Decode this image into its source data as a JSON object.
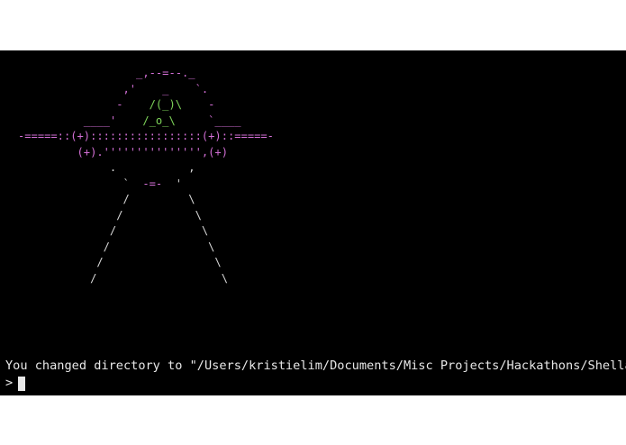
{
  "ascii_art": [
    {
      "segments": [
        {
          "text": "                  _,--=--._",
          "color": "magenta"
        }
      ]
    },
    {
      "segments": [
        {
          "text": "                ,'    _    `.",
          "color": "magenta"
        }
      ]
    },
    {
      "segments": [
        {
          "text": "               -    ",
          "color": "magenta"
        },
        {
          "text": "/(_)\\",
          "color": "green"
        },
        {
          "text": "    -",
          "color": "magenta"
        }
      ]
    },
    {
      "segments": [
        {
          "text": "          ____'    ",
          "color": "magenta"
        },
        {
          "text": "/_o_\\",
          "color": "green"
        },
        {
          "text": "     `____",
          "color": "magenta"
        }
      ]
    },
    {
      "segments": [
        {
          "text": "-=====::(+):::::::::::::::::(+)::=====-",
          "color": "magenta"
        }
      ]
    },
    {
      "segments": [
        {
          "text": "         (+).''''''''''''''',(+)",
          "color": "magenta"
        }
      ]
    },
    {
      "segments": [
        {
          "text": "              .           ,",
          "color": "white"
        }
      ]
    },
    {
      "segments": [
        {
          "text": "                `  ",
          "color": "white"
        },
        {
          "text": "-=-",
          "color": "magenta"
        },
        {
          "text": "  '",
          "color": "white"
        }
      ]
    },
    {
      "segments": [
        {
          "text": "                /         \\",
          "color": "white"
        }
      ]
    },
    {
      "segments": [
        {
          "text": "               /           \\",
          "color": "white"
        }
      ]
    },
    {
      "segments": [
        {
          "text": "              /             \\",
          "color": "white"
        }
      ]
    },
    {
      "segments": [
        {
          "text": "             /               \\",
          "color": "white"
        }
      ]
    },
    {
      "segments": [
        {
          "text": "            /                 \\",
          "color": "white"
        }
      ]
    },
    {
      "segments": [
        {
          "text": "           /                   \\",
          "color": "white"
        }
      ]
    }
  ],
  "colors": {
    "magenta": "#d36fd6",
    "green": "#7fd65a",
    "white": "#d8d8d8",
    "background": "#000000",
    "text": "#e8e8e8"
  },
  "output": {
    "message": "You changed directory to \"/Users/kristielim/Documents/Misc Projects/Hackathons/Shellalian\"!"
  },
  "prompt": {
    "symbol": ">"
  }
}
